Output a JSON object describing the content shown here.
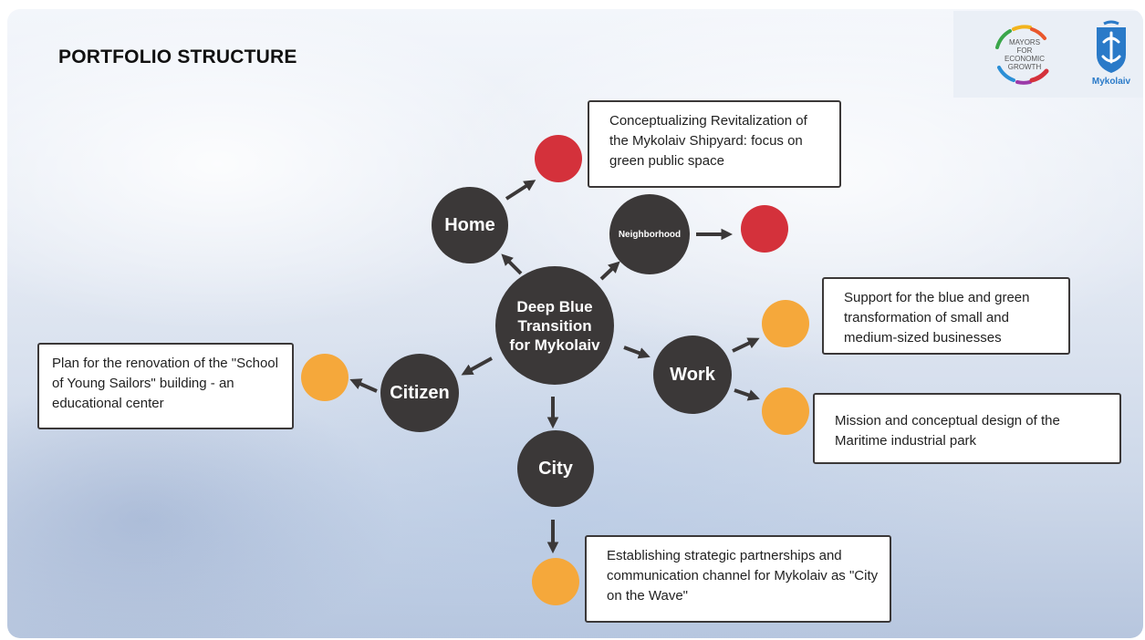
{
  "title": "PORTFOLIO STRUCTURE",
  "logos": {
    "meg_lines": [
      "MAYORS",
      "FOR ECONOMIC",
      "GROWTH"
    ],
    "mykolaiv": "Mykolaiv"
  },
  "diagram": {
    "center": "Deep Blue Transition for Mykolaiv",
    "nodes": {
      "home": "Home",
      "neighborhood": "Neighborhood",
      "work": "Work",
      "citizen": "Citizen",
      "city": "City"
    },
    "boxes": {
      "shipyard": "Conceptualizing Revitalization of the Mykolaiv Shipyard: focus on green public space",
      "support": "Support for the blue and green transformation of small and medium-sized businesses",
      "maritime": "Mission and conceptual design of the Maritime industrial park",
      "school": "Plan for the renovation of the \"School of Young Sailors\" building - an educational center",
      "partnerships": "Establishing strategic partnerships and communication channel for Mykolaiv as \"City on the Wave\""
    }
  },
  "colors": {
    "node": "#3b3838",
    "red_dot": "#d4313b",
    "orange_dot": "#f5a83b"
  }
}
